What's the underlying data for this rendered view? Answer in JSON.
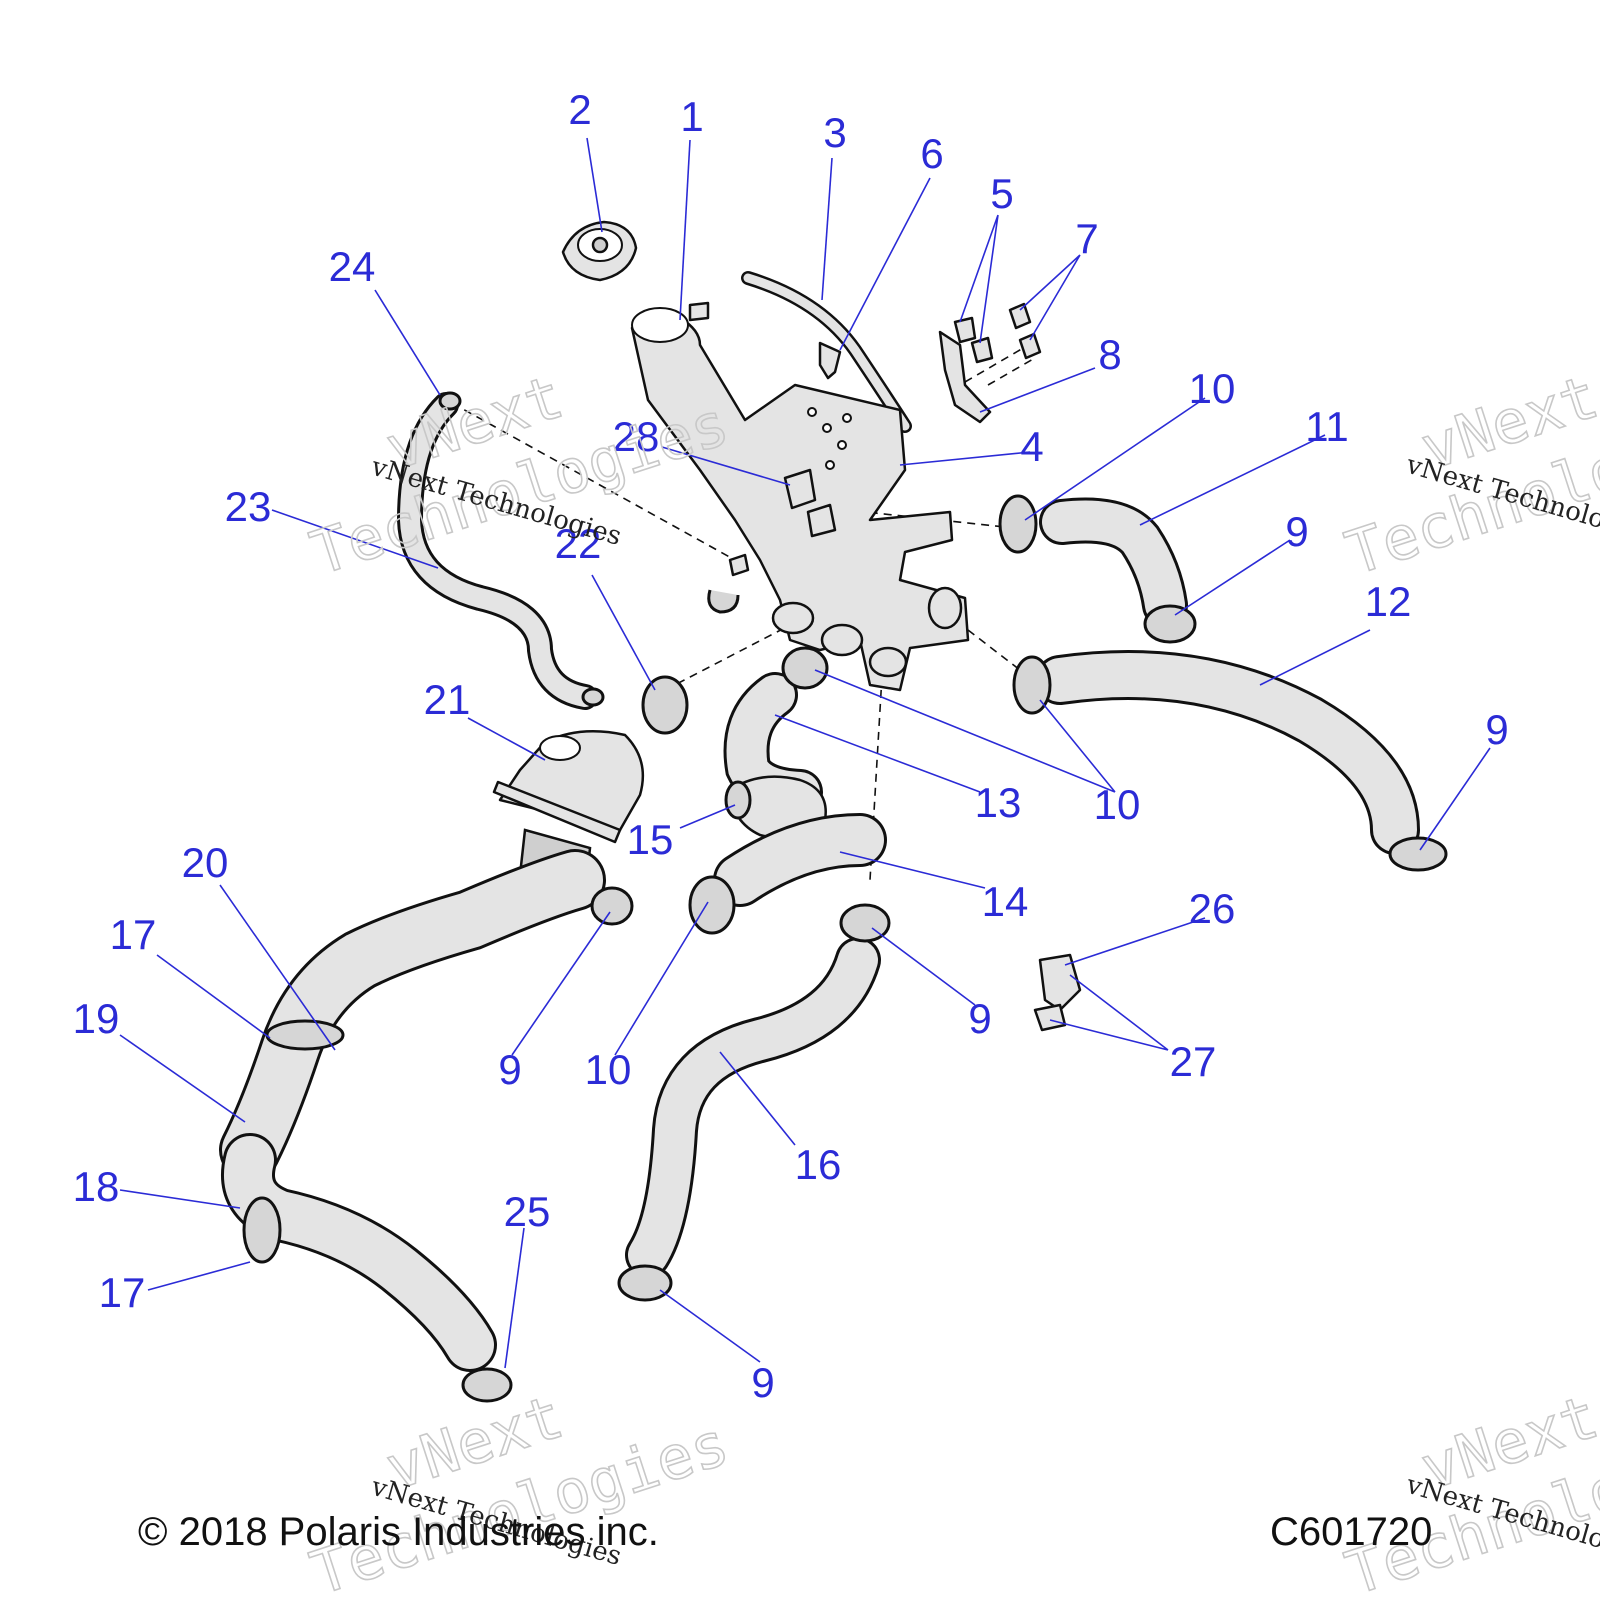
{
  "diagram": {
    "callouts": [
      {
        "id": "c2",
        "label": "2"
      },
      {
        "id": "c1",
        "label": "1"
      },
      {
        "id": "c3",
        "label": "3"
      },
      {
        "id": "c6",
        "label": "6"
      },
      {
        "id": "c5",
        "label": "5"
      },
      {
        "id": "c7",
        "label": "7"
      },
      {
        "id": "c24",
        "label": "24"
      },
      {
        "id": "c8",
        "label": "8"
      },
      {
        "id": "c10a",
        "label": "10"
      },
      {
        "id": "c28",
        "label": "28"
      },
      {
        "id": "c4",
        "label": "4"
      },
      {
        "id": "c11",
        "label": "11"
      },
      {
        "id": "c23",
        "label": "23"
      },
      {
        "id": "c22",
        "label": "22"
      },
      {
        "id": "c9a",
        "label": "9"
      },
      {
        "id": "c12",
        "label": "12"
      },
      {
        "id": "c21",
        "label": "21"
      },
      {
        "id": "c9b",
        "label": "9"
      },
      {
        "id": "c13",
        "label": "13"
      },
      {
        "id": "c10b",
        "label": "10"
      },
      {
        "id": "c15",
        "label": "15"
      },
      {
        "id": "c20",
        "label": "20"
      },
      {
        "id": "c14",
        "label": "14"
      },
      {
        "id": "c26",
        "label": "26"
      },
      {
        "id": "c17a",
        "label": "17"
      },
      {
        "id": "c19",
        "label": "19"
      },
      {
        "id": "c9c",
        "label": "9"
      },
      {
        "id": "c10c",
        "label": "10"
      },
      {
        "id": "c9d",
        "label": "9"
      },
      {
        "id": "c27",
        "label": "27"
      },
      {
        "id": "c16",
        "label": "16"
      },
      {
        "id": "c18",
        "label": "18"
      },
      {
        "id": "c25",
        "label": "25"
      },
      {
        "id": "c17b",
        "label": "17"
      },
      {
        "id": "c9e",
        "label": "9"
      }
    ],
    "watermark": {
      "small": "vNext Technologies",
      "big_line1": "vNext",
      "big_line2": "Technologies"
    }
  },
  "footer": {
    "copyright": "© 2018 Polaris Industries inc.",
    "drawing_code": "C601720"
  }
}
